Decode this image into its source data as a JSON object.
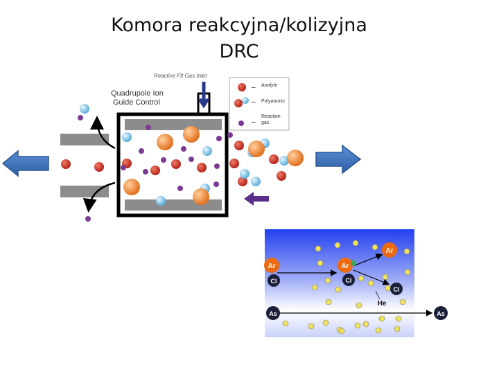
{
  "slide": {
    "title_line1": "Komora reakcyjna/kolizyjna",
    "title_line2": "DRC"
  },
  "cell_diagram": {
    "gas_inlet_label": "Reactive Flt Gas Inlet",
    "control_label_line1": "Quadrupole Ion",
    "control_label_line2": "Guide Control",
    "legend": [
      {
        "symbol": "analyte-ion",
        "dash": "–",
        "label": "Analyte"
      },
      {
        "symbol": "polyatomic-ion",
        "dash": "–",
        "label": "Polyatomic"
      },
      {
        "symbol": "reaction-gas-molecule",
        "dash": "–",
        "label_line1": "Reaction",
        "label_line2": "gas"
      }
    ],
    "colors": {
      "analyte": "#c8301e",
      "polyatomic": "#66b8e0",
      "large_ion": "#f08a2c",
      "gas": "#7b3b93",
      "flow_arrow": "#3d72b8",
      "inlet_arrow": "#5a2e8a"
    }
  },
  "collision_diagram": {
    "background_top": "#2244ee",
    "background_bottom": "#ffffff",
    "gas_color": "#f0e25a",
    "ar_color": "#ee6a10",
    "dark_ion_color": "#1a1f3a",
    "labels": {
      "ar_incoming": "Ar",
      "cl_incoming": "Cl",
      "ar_collided": "Ar",
      "cl_collided": "Cl",
      "ar_scattered": "Ar",
      "cl_scattered": "Cl",
      "he": "He",
      "as_in": "As",
      "as_out": "As"
    }
  }
}
